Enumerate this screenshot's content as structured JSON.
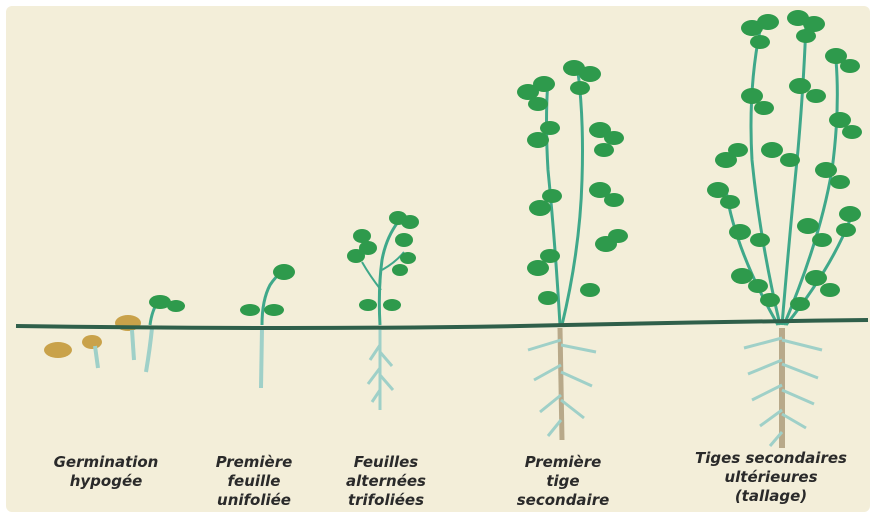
{
  "colors": {
    "background": "#f3eed9",
    "soil_line": "#2f5f4a",
    "stem": "#3fa88a",
    "leaf": "#2e9a4c",
    "leaf_dark": "#1f7a3a",
    "root": "#9fd0c8",
    "taproot": "#b8a98a",
    "seed": "#c9a24a",
    "label_text": "#2a2a2a"
  },
  "stages": [
    {
      "id": "germination",
      "lines": [
        "Germination",
        "hypogée"
      ]
    },
    {
      "id": "first-leaf",
      "lines": [
        "Première",
        "feuille",
        "unifoliée"
      ]
    },
    {
      "id": "alternate-leaves",
      "lines": [
        "Feuilles",
        "alternées",
        "trifoliées"
      ]
    },
    {
      "id": "first-secondary-stem",
      "lines": [
        "Première",
        "tige",
        "secondaire"
      ]
    },
    {
      "id": "later-secondary-stems",
      "lines": [
        "Tiges secondaires",
        "ultérieures",
        "(tallage)"
      ]
    }
  ]
}
